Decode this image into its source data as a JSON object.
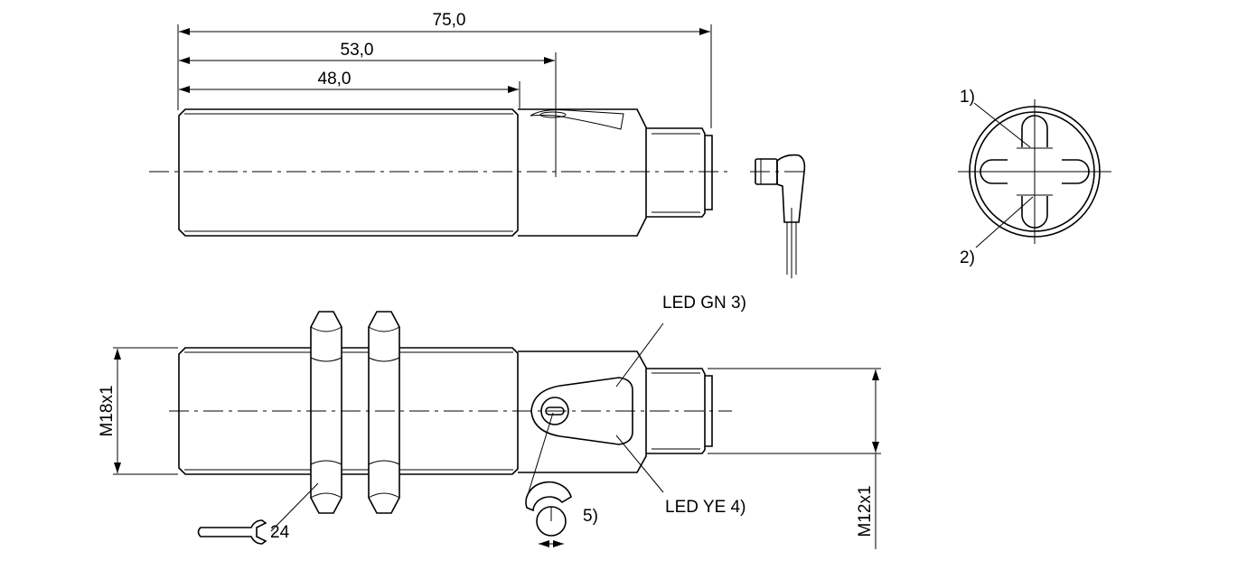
{
  "dimensions": {
    "total_length": "75,0",
    "body_length": "53,0",
    "thread_length": "48,0",
    "housing_thread": "M18x1",
    "connector_thread": "M12x1",
    "wrench_size": "24"
  },
  "callouts": {
    "pin1": "1)",
    "pin2": "2)",
    "led_green": "LED GN 3)",
    "led_yellow": "LED YE 4)",
    "potentiometer": "5)"
  }
}
